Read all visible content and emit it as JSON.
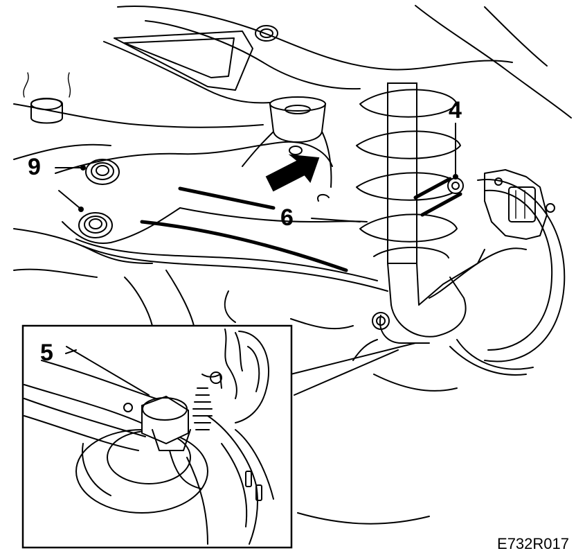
{
  "callouts": [
    {
      "id": "4",
      "label": "4"
    },
    {
      "id": "5",
      "label": "5"
    },
    {
      "id": "6",
      "label": "6"
    },
    {
      "id": "9",
      "label": "9"
    }
  ],
  "figure_code": "E732R017",
  "colors": {
    "ink": "#000000",
    "paper": "#ffffff"
  }
}
